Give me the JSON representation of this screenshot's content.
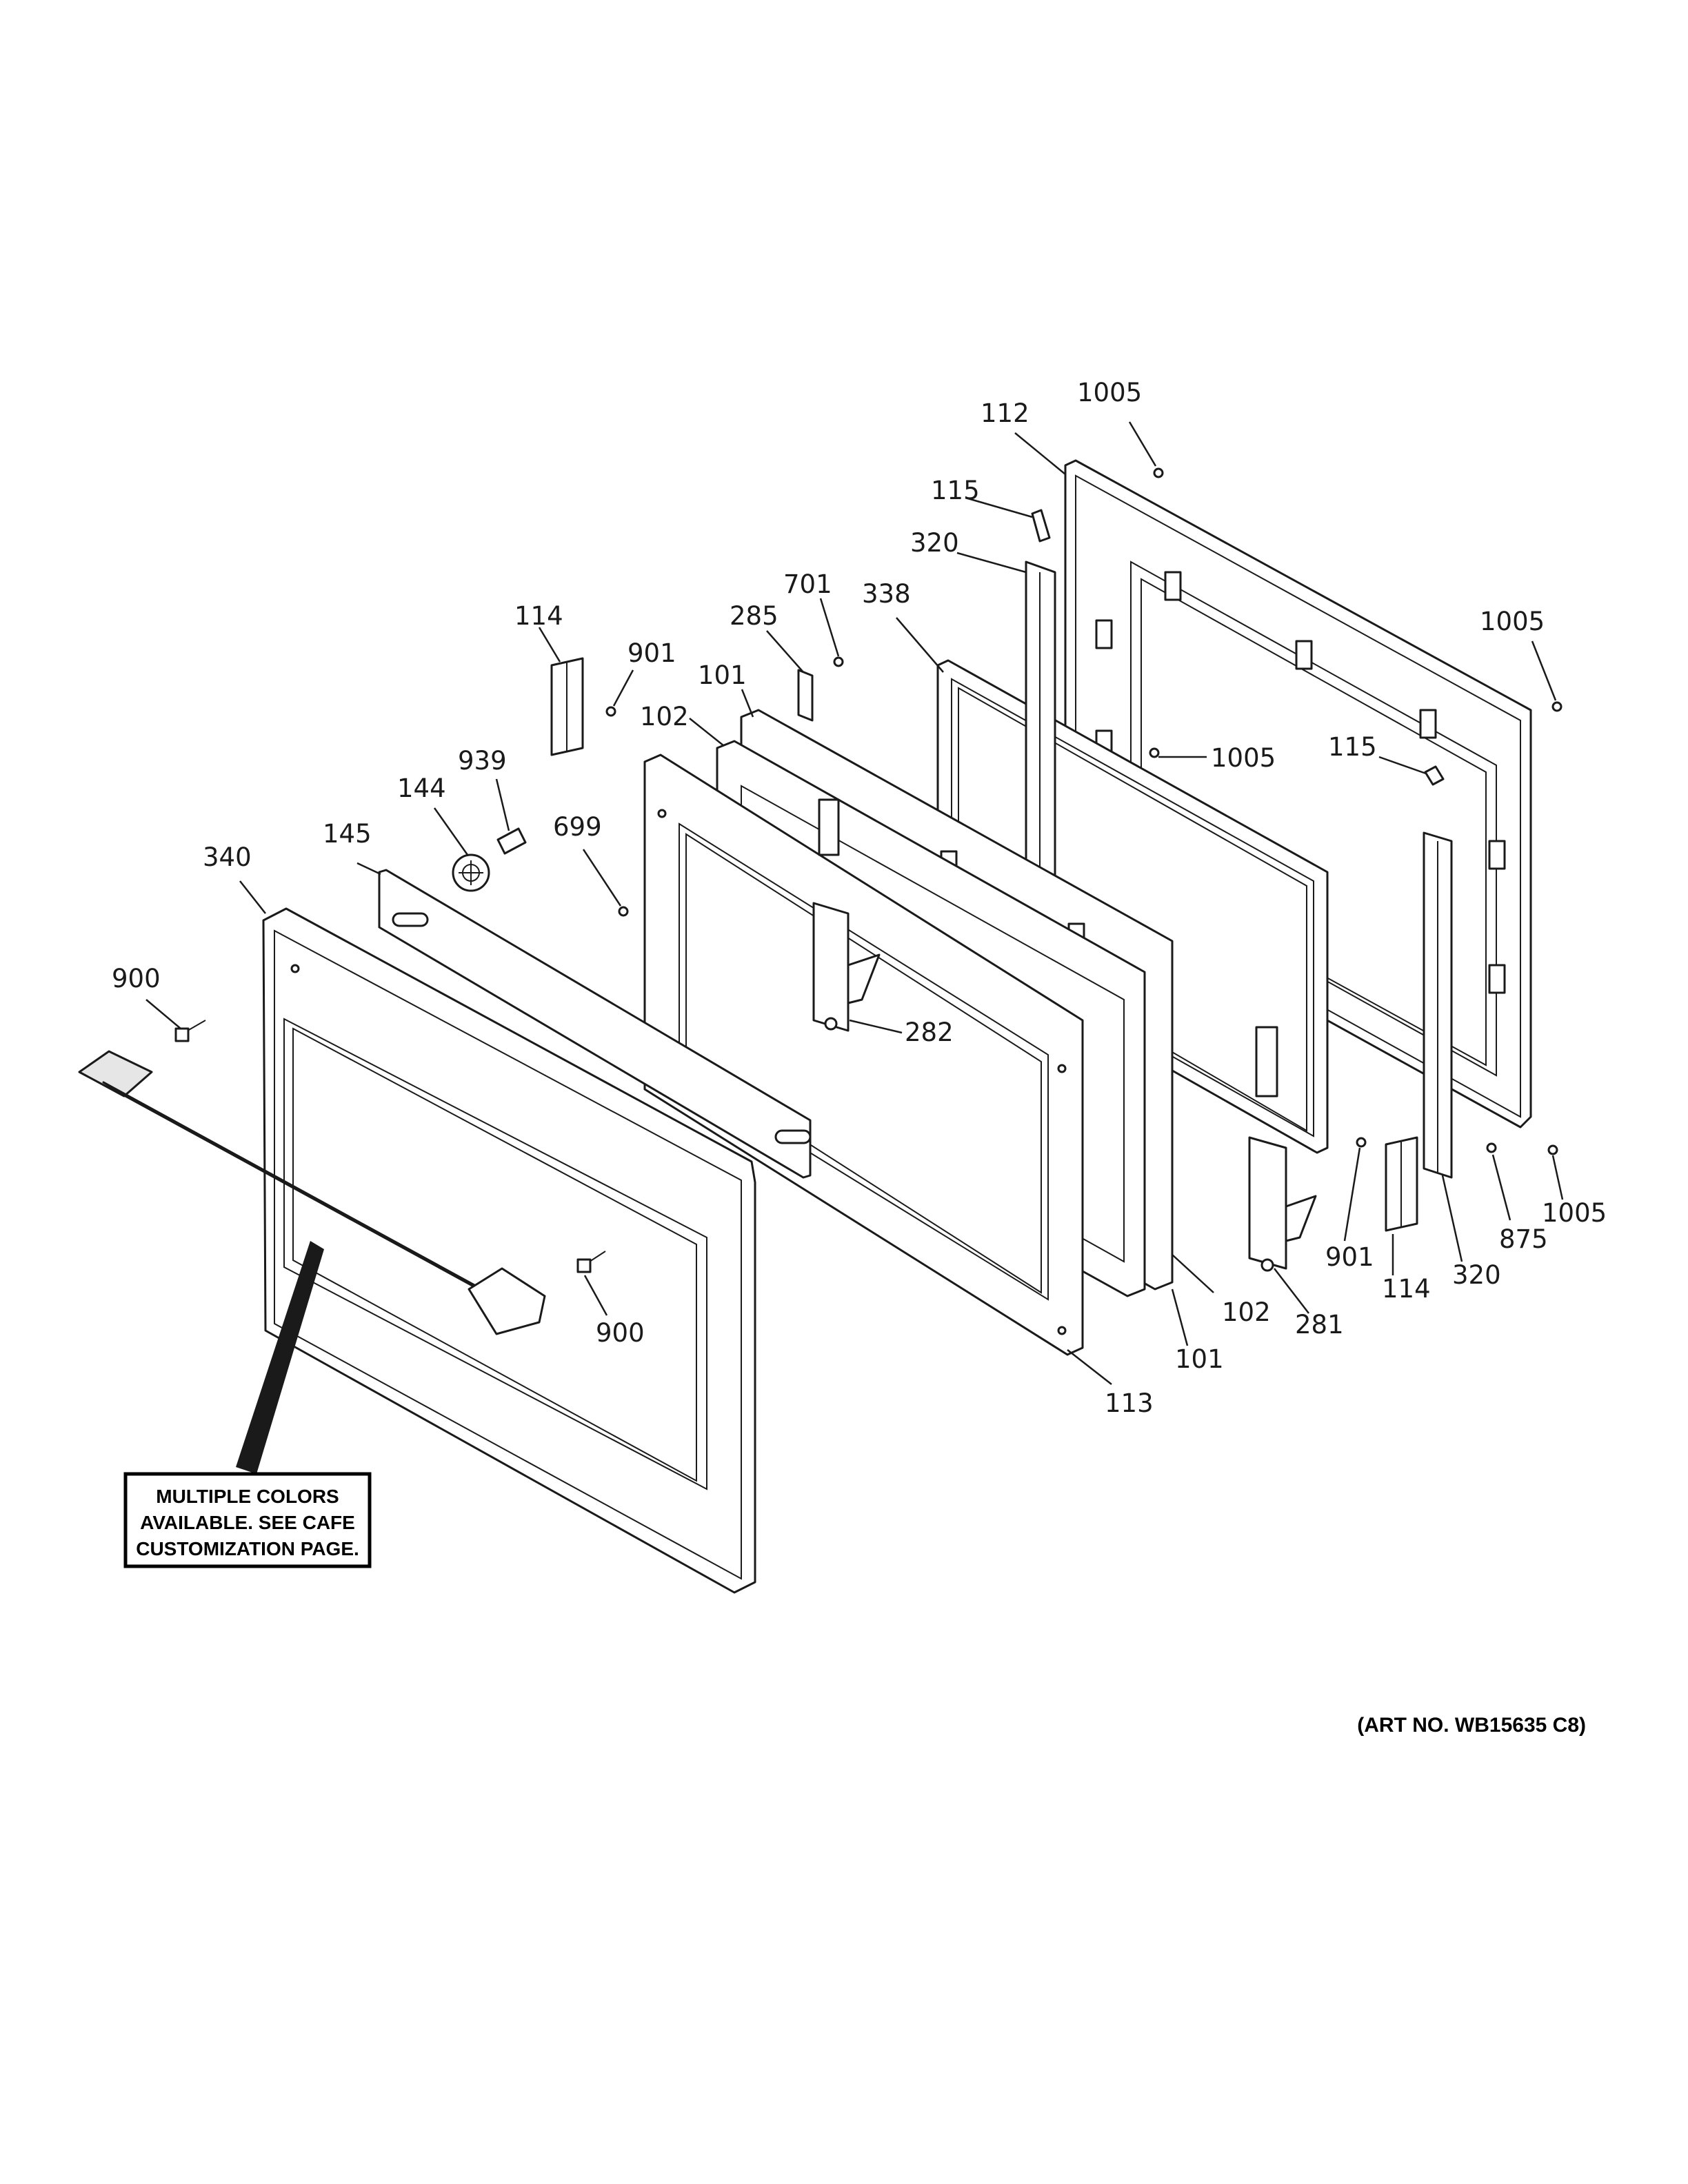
{
  "callouts": {
    "c1005_top": "1005",
    "c112": "112",
    "c115_top": "115",
    "c320_top": "320",
    "c701": "701",
    "c338": "338",
    "c1005_right": "1005",
    "c1005_mid": "1005",
    "c115_right": "115",
    "c114_top": "114",
    "c901_top": "901",
    "c285": "285",
    "c101_top": "101",
    "c102_top": "102",
    "c939": "939",
    "c144": "144",
    "c699": "699",
    "c145": "145",
    "c340": "340",
    "c282": "282",
    "c900_left": "900",
    "c900_mid": "900",
    "c901_bottom": "901",
    "c114_bottom": "114",
    "c320_bottom": "320",
    "c875": "875",
    "c1005_bottom": "1005",
    "c102_bottom": "102",
    "c281": "281",
    "c101_bottom": "101",
    "c113": "113"
  },
  "note": {
    "line1": "MULTIPLE COLORS",
    "line2": "AVAILABLE. SEE CAFE",
    "line3": "CUSTOMIZATION PAGE."
  },
  "art_number": "(ART NO. WB15635 C8)"
}
